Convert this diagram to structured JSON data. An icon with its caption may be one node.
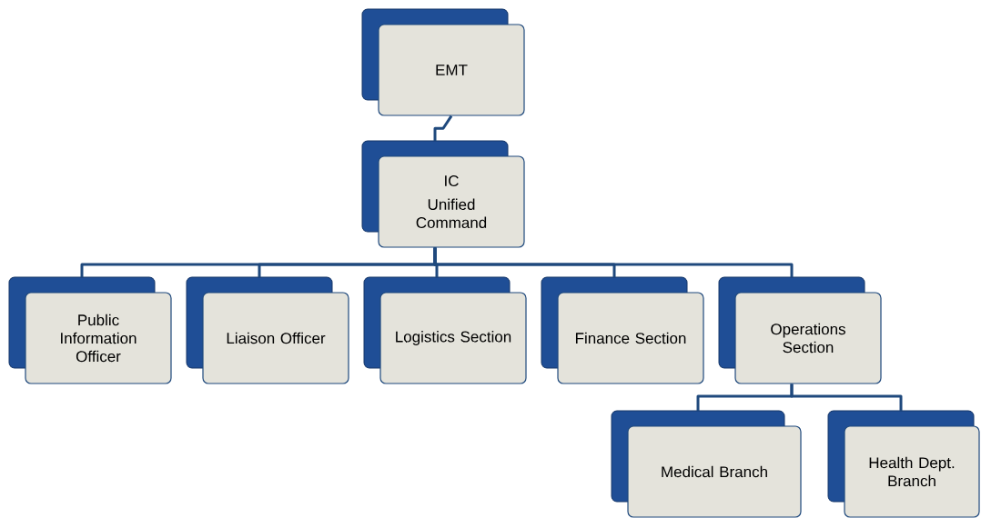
{
  "diagram": {
    "nodes": [
      {
        "text": [
          "EMT"
        ]
      },
      {
        "text": [
          "IC",
          "Unified Command"
        ]
      },
      {
        "text": [
          "Public Information Officer"
        ]
      },
      {
        "text": [
          "Liaison Officer"
        ]
      },
      {
        "text": [
          "Logistics Section"
        ]
      },
      {
        "text": [
          "Finance Section"
        ]
      },
      {
        "text": [
          "Operations Section"
        ]
      },
      {
        "text": [
          "Medical Branch"
        ]
      },
      {
        "text": [
          "Health Dept. Branch"
        ]
      }
    ],
    "edges": [
      {
        "from": 0,
        "to": 1,
        "arrow": "none"
      },
      {
        "from": 1,
        "to": 2,
        "arrow": "none"
      },
      {
        "from": 1,
        "to": 3,
        "arrow": "none"
      },
      {
        "from": 1,
        "to": 4,
        "arrow": "none"
      },
      {
        "from": 1,
        "to": 5,
        "arrow": "none"
      },
      {
        "from": 1,
        "to": 6,
        "arrow": "none"
      },
      {
        "from": 6,
        "to": 7,
        "arrow": "none"
      },
      {
        "from": 6,
        "to": 8,
        "arrow": "none"
      }
    ]
  }
}
